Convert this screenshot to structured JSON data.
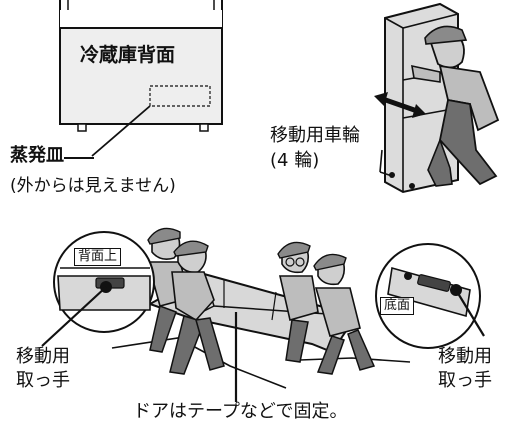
{
  "top_left": {
    "fridge_back_label": "冷蔵庫背面",
    "evaporator_label": "蒸発皿",
    "evaporator_note": "(外からは見えません)"
  },
  "top_right": {
    "casters_label_line1": "移動用車輪",
    "casters_label_line2": "(4 輪)"
  },
  "bottom": {
    "back_top_label": "背面上",
    "bottom_label": "底面",
    "left_handle_line1": "移動用",
    "left_handle_line2": "取っ手",
    "right_handle_line1": "移動用",
    "right_handle_line2": "取っ手",
    "caption": "ドアはテープなどで固定。"
  },
  "colors": {
    "ink": "#111111",
    "panel_gray": "#e8e8e8",
    "figure_gray": "#bdbdbd",
    "dark_gray": "#6e6e6e"
  }
}
